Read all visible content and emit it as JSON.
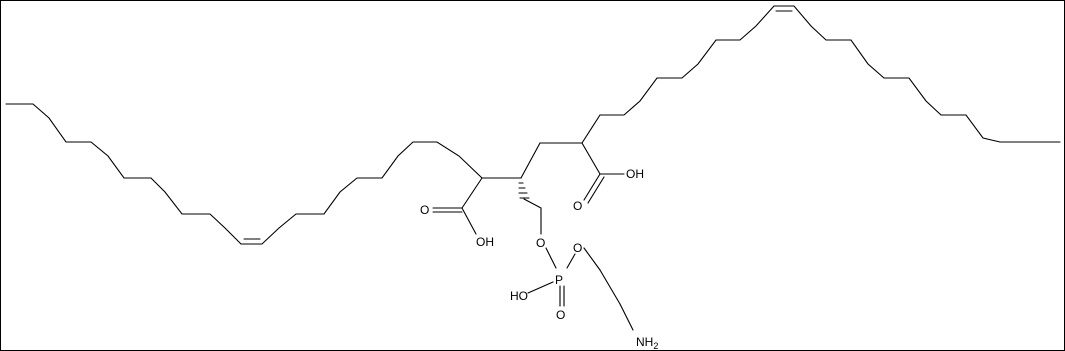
{
  "structure": {
    "labels": {
      "oh_right_acid": "OH",
      "oh_left_acid": "OH",
      "o_carbonyl_right": "O",
      "o_carbonyl_left": "O",
      "o_ester_left": "O",
      "o_ester_right": "O",
      "phosphorus": "P",
      "o_phosphoryl": "O",
      "oh_phosphate": "HO",
      "amine_n": "NH",
      "amine_sub": "2"
    }
  }
}
